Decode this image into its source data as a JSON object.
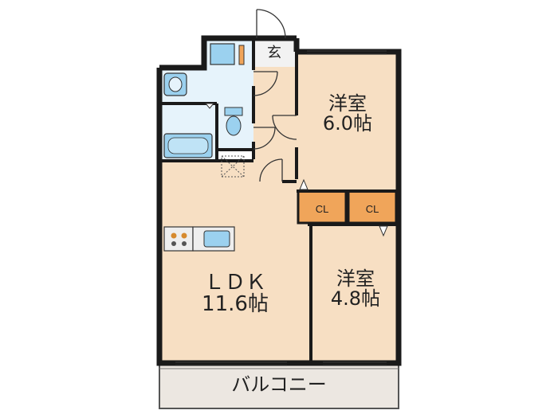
{
  "colors": {
    "wall": "#1a1a1a",
    "room_fill": "#f7dfc3",
    "wet_fill": "#e6f3fb",
    "fixture_blue": "#9bd1ef",
    "closet_fill": "#f0a55a",
    "balcony_fill": "#ece7e1"
  },
  "icons": {
    "toilet": "toilet-icon",
    "washbasin": "washbasin-icon",
    "bathtub": "bathtub-icon",
    "stove": "stove-icon",
    "sink": "kitchen-sink-icon",
    "washer": "washing-machine-space-icon"
  },
  "rooms": {
    "entrance": {
      "label": "玄"
    },
    "bedroom1": {
      "name": "洋室",
      "size": "6.0帖"
    },
    "bedroom2": {
      "name": "洋室",
      "size": "4.8帖"
    },
    "ldk": {
      "name": "ＬＤＫ",
      "size": "11.6帖"
    },
    "closet1": {
      "label": "CL"
    },
    "closet2": {
      "label": "CL"
    },
    "balcony": {
      "label": "バルコニー"
    }
  }
}
